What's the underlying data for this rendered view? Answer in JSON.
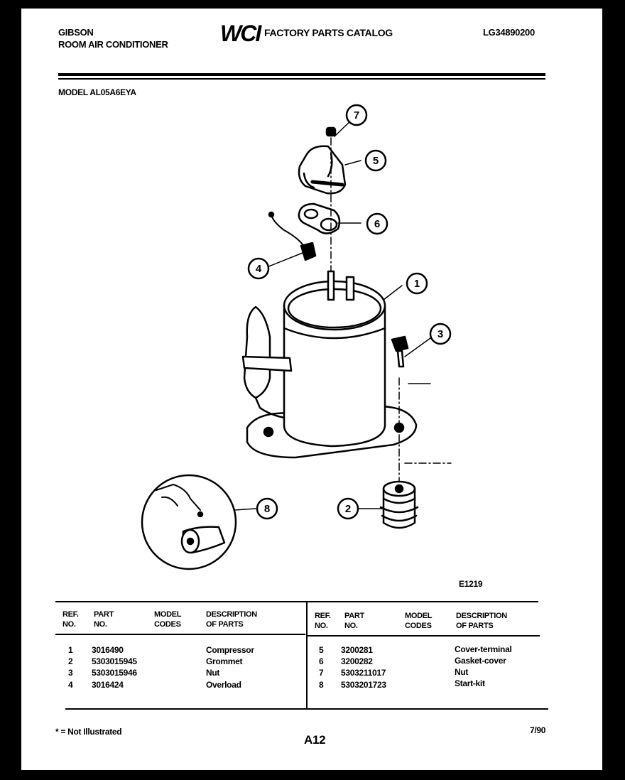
{
  "header": {
    "brand_line1": "GIBSON",
    "brand_line2": "ROOM AIR CONDITIONER",
    "logo_text": "WCI",
    "catalog_title": "FACTORY PARTS CATALOG",
    "catalog_number": "LG34890200"
  },
  "model": "MODEL AL05A6EYA",
  "figure_code": "E1219",
  "callouts": [
    "1",
    "2",
    "3",
    "4",
    "5",
    "6",
    "7",
    "8"
  ],
  "table": {
    "headers": {
      "ref": [
        "REF.",
        "NO."
      ],
      "part": [
        "PART",
        "NO."
      ],
      "model": [
        "MODEL",
        "CODES"
      ],
      "desc": [
        "DESCRIPTION",
        "OF PARTS"
      ]
    },
    "left_rows": [
      {
        "ref": "1",
        "part": "3016490",
        "model": "",
        "desc": "Compressor"
      },
      {
        "ref": "2",
        "part": "5303015945",
        "model": "",
        "desc": "Grommet"
      },
      {
        "ref": "3",
        "part": "5303015946",
        "model": "",
        "desc": "Nut"
      },
      {
        "ref": "4",
        "part": "3016424",
        "model": "",
        "desc": "Overload"
      }
    ],
    "right_rows": [
      {
        "ref": "5",
        "part": "3200281",
        "model": "",
        "desc": "Cover-terminal"
      },
      {
        "ref": "6",
        "part": "3200282",
        "model": "",
        "desc": "Gasket-cover"
      },
      {
        "ref": "7",
        "part": "5303211017",
        "model": "",
        "desc": "Nut"
      },
      {
        "ref": "8",
        "part": "5303201723",
        "model": "",
        "desc": "Start-kit"
      }
    ]
  },
  "footer": {
    "note": "* = Not Illustrated",
    "page": "A12",
    "date": "7/90"
  }
}
